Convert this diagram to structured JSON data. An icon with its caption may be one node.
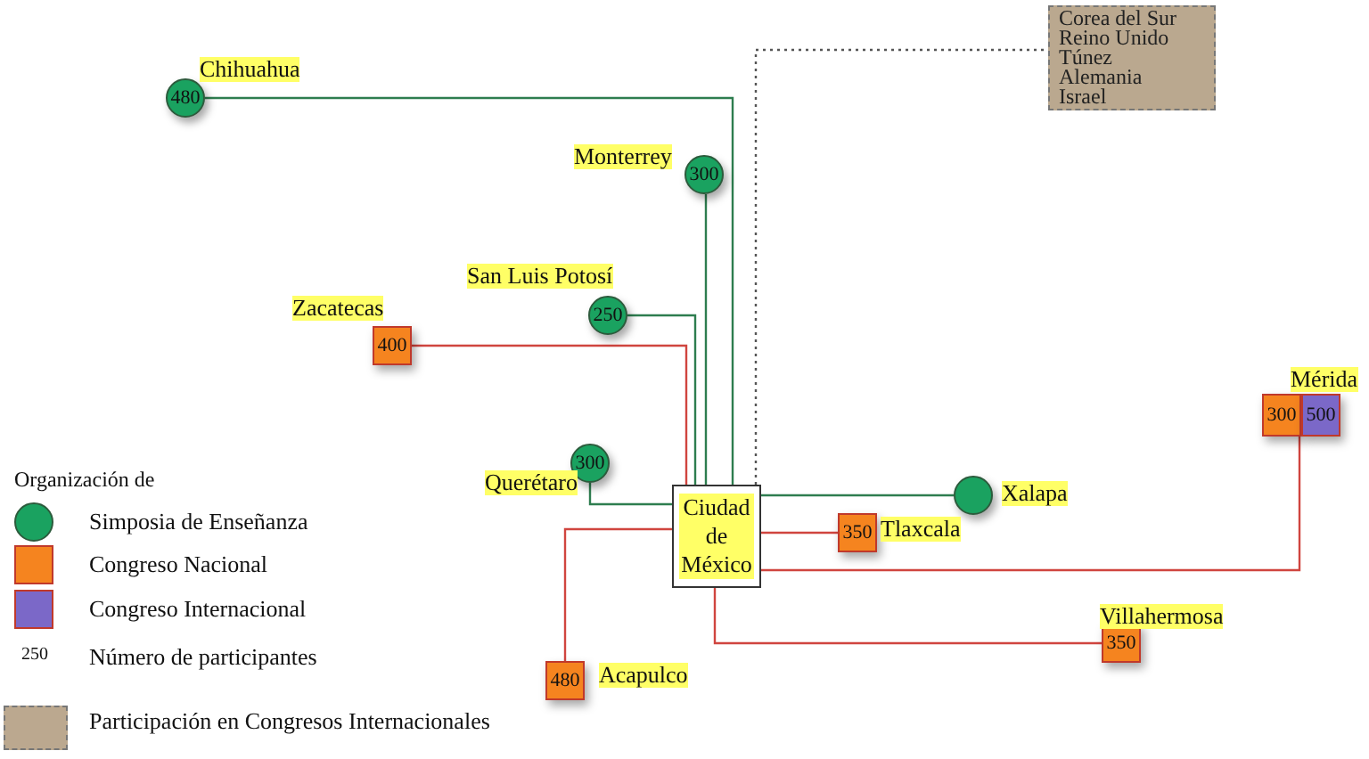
{
  "diagram": {
    "nodes": [
      {
        "text": [
          "Ciudad de México"
        ]
      },
      {
        "text": [
          "480"
        ],
        "beside": [
          "Chihuahua"
        ]
      },
      {
        "text": [
          "300"
        ],
        "beside": [
          "Monterrey"
        ]
      },
      {
        "text": [
          "250"
        ],
        "beside": [
          "San Luis Potosí"
        ]
      },
      {
        "text": [
          "400"
        ],
        "beside": [
          "Zacatecas"
        ]
      },
      {
        "text": [
          "300"
        ],
        "beside": [
          "Querétaro"
        ]
      },
      {
        "text": [],
        "shape": "circle",
        "beside": [
          "Xalapa"
        ]
      },
      {
        "text": [
          "350"
        ],
        "beside": [
          "Tlaxcala"
        ]
      },
      {
        "text": [
          "300"
        ],
        "beside": [
          "Mérida"
        ]
      },
      {
        "text": [
          "500"
        ]
      },
      {
        "text": [
          "350"
        ],
        "beside": [
          "Villahermosa"
        ]
      },
      {
        "text": [
          "480"
        ],
        "beside": [
          "Acapulco"
        ]
      },
      {
        "text": [
          "Corea del Sur",
          "Reino Unido",
          "Túnez",
          "Alemania",
          "Israel"
        ]
      }
    ],
    "edges": [
      {
        "from": 0,
        "to": 1,
        "arrow": "none",
        "color": "#2e7d4f"
      },
      {
        "from": 0,
        "to": 2,
        "arrow": "none",
        "color": "#2e7d4f"
      },
      {
        "from": 0,
        "to": 3,
        "arrow": "none",
        "color": "#2e7d4f"
      },
      {
        "from": 0,
        "to": 4,
        "arrow": "none",
        "color": "#d0453f"
      },
      {
        "from": 0,
        "to": 5,
        "arrow": "none",
        "color": "#2e7d4f"
      },
      {
        "from": 0,
        "to": 6,
        "arrow": "none",
        "color": "#2e7d4f"
      },
      {
        "from": 0,
        "to": 7,
        "arrow": "none",
        "color": "#d0453f"
      },
      {
        "from": 0,
        "to": 8,
        "arrow": "none",
        "color": "#d0453f"
      },
      {
        "from": 0,
        "to": 10,
        "arrow": "none",
        "color": "#d0453f"
      },
      {
        "from": 0,
        "to": 11,
        "arrow": "none",
        "color": "#d0453f"
      },
      {
        "from": 0,
        "to": 12,
        "arrow": "none",
        "style": "dashed",
        "color": "#555555"
      }
    ],
    "labels": [
      "Organización de",
      "250"
    ],
    "legend": [
      {
        "text": "Simposia de Enseñanza",
        "color": "#1aa260"
      },
      {
        "text": "Congreso Nacional",
        "color": "#f5841f"
      },
      {
        "text": "Congreso Internacional",
        "color": "#7b68c8"
      },
      {
        "text": "Número de participantes"
      },
      {
        "text": "Participación en Congresos Internacionales",
        "color": "#bba88f"
      }
    ]
  }
}
